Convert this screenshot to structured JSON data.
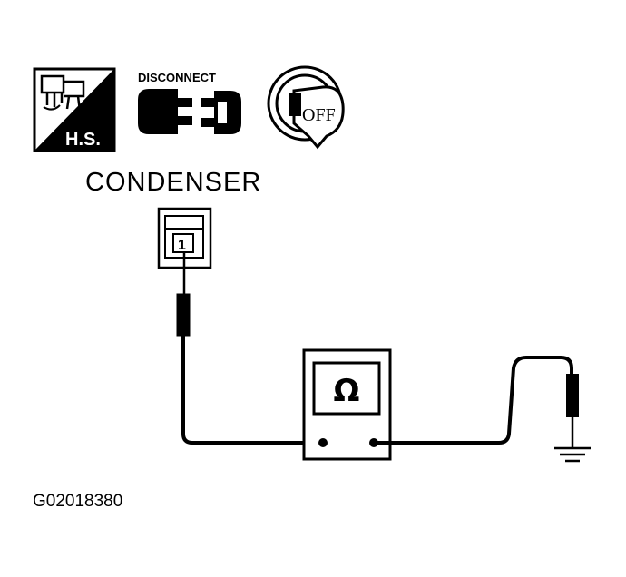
{
  "icons": {
    "hs_label": "H.S.",
    "disconnect_label": "DISCONNECT",
    "ignition_label": "OFF"
  },
  "component_label": "CONDENSER",
  "connector_pin": "1",
  "meter_symbol": "Ω",
  "figure_code": "G02018380"
}
